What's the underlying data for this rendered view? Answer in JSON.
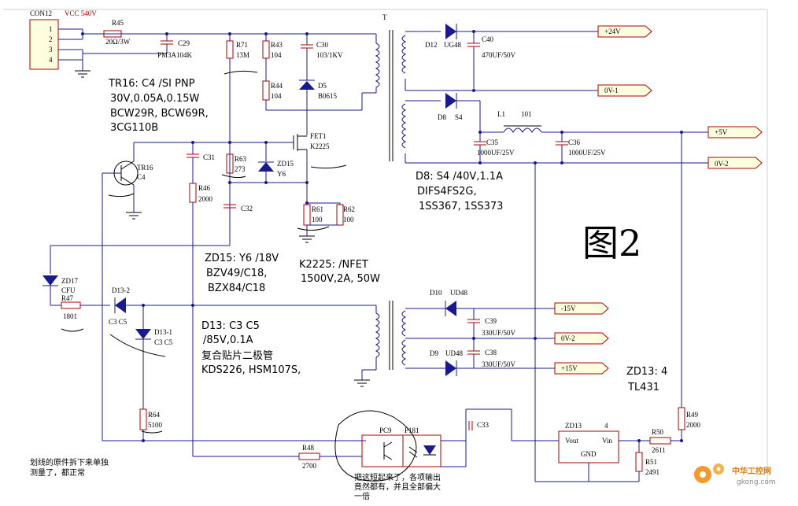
{
  "labels": {
    "con12": "CON12",
    "vcc": "VCC 540V",
    "pins": [
      "1",
      "2",
      "3",
      "4"
    ],
    "r45": "R45",
    "r45v": "20Ω/3W",
    "c29": "C29",
    "c29v": "PM3A104K",
    "r71": "R71",
    "r71v": "13M",
    "r43": "R43",
    "r43v": "104",
    "r44": "R44",
    "r44v": "104",
    "c30": "C30",
    "c30v": "103/1KV",
    "d5": "D5",
    "d5v": "B0615",
    "t": "T",
    "d12": "D12",
    "d12v": "UG48",
    "c40": "C40",
    "c40v": "470UF/50V",
    "d8": "D8",
    "d8v": "S4",
    "l1": "L1",
    "l1v": "101",
    "c35": "C35",
    "c35v": "1000UF/25V",
    "c36": "C36",
    "c36v": "1000UF/25V",
    "fet1": "FET1",
    "fet1v": "K2225",
    "c31": "C31",
    "r63": "R63",
    "r63v": "273",
    "zd15": "ZD15",
    "zd15v": "Y6",
    "tr16": "TR16",
    "tr16v": "C4",
    "r46": "R46",
    "r46v": "2000",
    "c32": "C32",
    "r61": "R61",
    "r61v": "100",
    "r62": "R62",
    "r62v": "100",
    "zd17": "ZD17",
    "zd17v": "CFU",
    "r47": "R47",
    "r47v": "1801",
    "d13_2": "D13-2",
    "d13_2v": "C3 C5",
    "d13_1": "D13-1",
    "d13_1v": "C3 C5",
    "d10": "D10",
    "d10v": "UD48",
    "c39": "C39",
    "c39v": "330UF/50V",
    "d9": "D9",
    "d9v": "UD48",
    "c38": "C38",
    "c38v": "330UF/50V",
    "r64": "R64",
    "r64v": "5100",
    "r48": "R48",
    "r48v": "2700",
    "pc9": "PC9",
    "p181": "P181",
    "c33": "C33",
    "zd13": "ZD13",
    "zd13pin": "4",
    "vout": "Vout",
    "vin": "Vin",
    "gnd": "GND",
    "r50": "R50",
    "r50v": "2611",
    "r51": "R51",
    "r51v": "2491",
    "r49": "R49",
    "r49v": "2000"
  },
  "rails": {
    "p24": "+24V",
    "ov1": "0V-1",
    "p5": "+5V",
    "ov2a": "0V-2",
    "m15": "-15V",
    "ov2b": "0V-2",
    "p15": "+15V"
  },
  "notes": {
    "tr16_l1": "TR16: C4 /SI PNP",
    "tr16_l2": "30V,0.05A,0.15W",
    "tr16_l3": "BCW29R, BCW69R,",
    "tr16_l4": "3CG110B",
    "d8_l1": "D8: S4 /40V,1.1A",
    "d8_l2": "DIFS4FS2G,",
    "d8_l3": "1SS367, 1SS373",
    "zd15_l1": "ZD15: Y6 /18V",
    "zd15_l2": "BZV49/C18,",
    "zd15_l3": "BZX84/C18",
    "k2225_l1": "K2225: /NFET",
    "k2225_l2": "1500V,2A, 50W",
    "d13_l1": "D13: C3 C5",
    "d13_l2": "/85V,0.1A",
    "d13_l3": "复合贴片二极管",
    "d13_l4": "KDS226, HSM107S,",
    "zd13_l1": "ZD13:  4",
    "zd13_l2": "TL431",
    "fig": "图2",
    "cn1_l1": "划线的原件拆下来单独",
    "cn1_l2": "测量了，都正常",
    "cn2_l1": "把这短起来了，各项输出",
    "cn2_l2": "竟然都有，并且全部偏大",
    "cn2_l3": "一倍",
    "watermark_l1": "中华工控网",
    "watermark_l2": "gkong.com"
  }
}
